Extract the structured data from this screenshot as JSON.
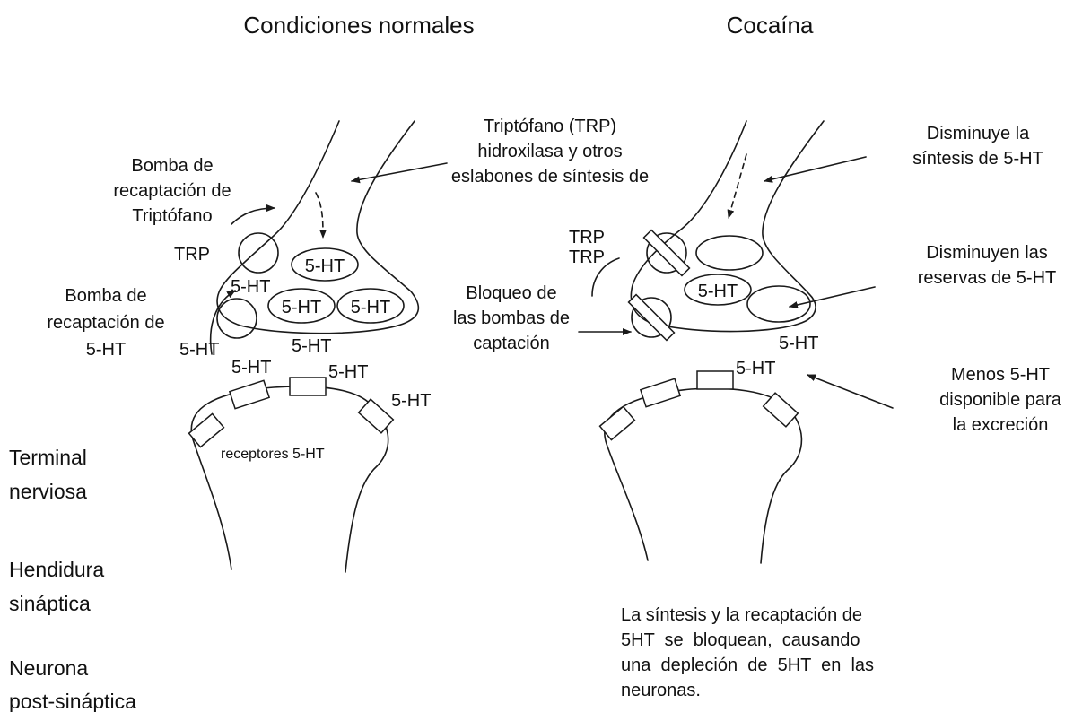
{
  "headers": {
    "normal": "Condiciones normales",
    "cocaine": "Cocaína"
  },
  "side_labels": {
    "terminal": [
      "Terminal",
      "nerviosa"
    ],
    "cleft": [
      "Hendidura",
      "sináptica"
    ],
    "postsynaptic": [
      "Neurona",
      "post-sináptica"
    ]
  },
  "normal": {
    "trp_pump": [
      "Bomba de",
      "recaptación de",
      "Triptófano"
    ],
    "trp_hydroxylase": [
      "Triptófano (TRP)",
      "hidroxilasa y otros",
      "eslabones de síntesis de"
    ],
    "trp": "TRP",
    "ht_pump": [
      "Bomba de",
      "recaptación de",
      "5-HT"
    ],
    "vesicle": "5-HT",
    "molecule": "5-HT",
    "receptors": "receptores 5-HT"
  },
  "cocaine": {
    "synthesis_down": [
      "Disminuye la",
      "síntesis de 5-HT"
    ],
    "trp_top": "TRP",
    "trp_bottom": "TRP",
    "reserves_down": [
      "Disminuyen las",
      "reservas de 5-HT"
    ],
    "pump_block": [
      "Bloqueo de",
      "las bombas de",
      "captación"
    ],
    "vesicle": "5-HT",
    "molecule": "5-HT",
    "less_available": [
      "Menos 5-HT",
      "disponible para",
      "la excreción"
    ],
    "summary": [
      "La síntesis y la recaptación de",
      "5HT  se  bloquean,  causando",
      "una  depleción  de  5HT  en  las",
      "neuronas."
    ]
  }
}
